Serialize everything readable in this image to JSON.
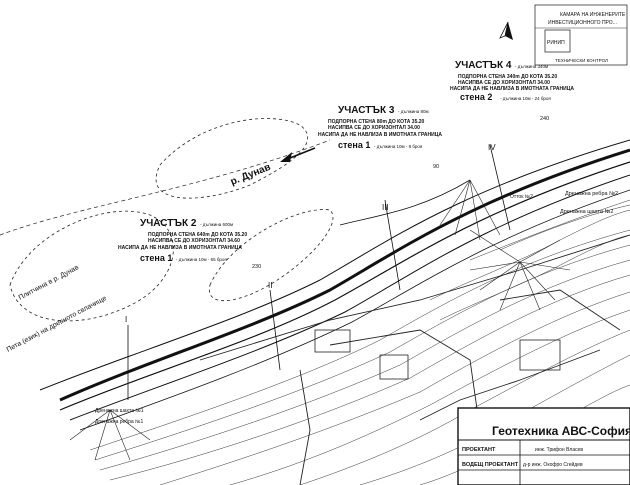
{
  "stamp": {
    "line1": "КАМАРА НА ИНЖЕНЕРИТЕ",
    "line2": "ИНВЕСТИЦИОННОГО ПРО...",
    "badge": "РИНИП",
    "line3": "ТЕХНИЧЕСКИ КОНТРОЛ"
  },
  "sections": {
    "s4": {
      "title": "УЧАСТЪК 4",
      "length": "- дължина 340м",
      "l1": "ПОДПОРНА СТЕНА 340m ДО КОТА 35.20",
      "l2": "НАСИПВА СЕ ДО ХОРИЗОНТАЛ 34.00",
      "l3": "НАСИПА ДА НЕ НАВЛИЗА В ИМОТНАТА ГРАНИЦА",
      "wall": "стена 2",
      "wall_note": "- дължина 10м - 24 броя"
    },
    "s3": {
      "title": "УЧАСТЪК 3",
      "length": "- дължина 80м",
      "l1": "ПОДПОРНА СТЕНА 80m ДО КОТА 35.20",
      "l2": "НАСИПВА СЕ ДО ХОРИЗОНТАЛ 34.00",
      "l3": "НАСИПА ДА НЕ НАВЛИЗА В ИМОТНАТА ГРАНИЦА",
      "wall": "стена 1",
      "wall_note": "- дължина 10м - 8 броя"
    },
    "s2": {
      "title": "УЧАСТЪК 2",
      "length": "- дължина 600м",
      "l1": "ПОДПОРНА СТЕНА 640m ДО КОТА 35.20",
      "l2": "НАСИПВА СЕ ДО ХОРИЗОНТАЛ 34.60",
      "l3": "НАСИПА ДА НЕ НАВЛИЗА В ИМОТНАТА ГРАНИЦА",
      "wall": "стена 1",
      "wall_note": "- дължина 10м - 65 броя"
    }
  },
  "labels": {
    "river": "р. Дунав",
    "shallows": "Плитчина в р. Дунав",
    "old_channel": "Пета (език) на древното свлачище",
    "drainage_rib": "Дренажна ребра №2",
    "drainage_shaft": "Дренажна шахта №2",
    "shaft_small": "Отток №2",
    "drain_left_1": "Дренажна шахта №1",
    "drain_left_2": "Дренажна ребра №1"
  },
  "profiles": [
    "I",
    "II",
    "III",
    "IV"
  ],
  "stations": [
    "230",
    "240",
    "90"
  ],
  "title_block": {
    "company": "Геотехника АВС-София",
    "row1_label": "ПРОЕКТАНТ",
    "row1_value": "инж. Трифон Власев",
    "row2_label": "ВОДЕЩ ПРОЕКТАНТ",
    "row2_value": "д-р инж. Окофро Сгейдев"
  }
}
